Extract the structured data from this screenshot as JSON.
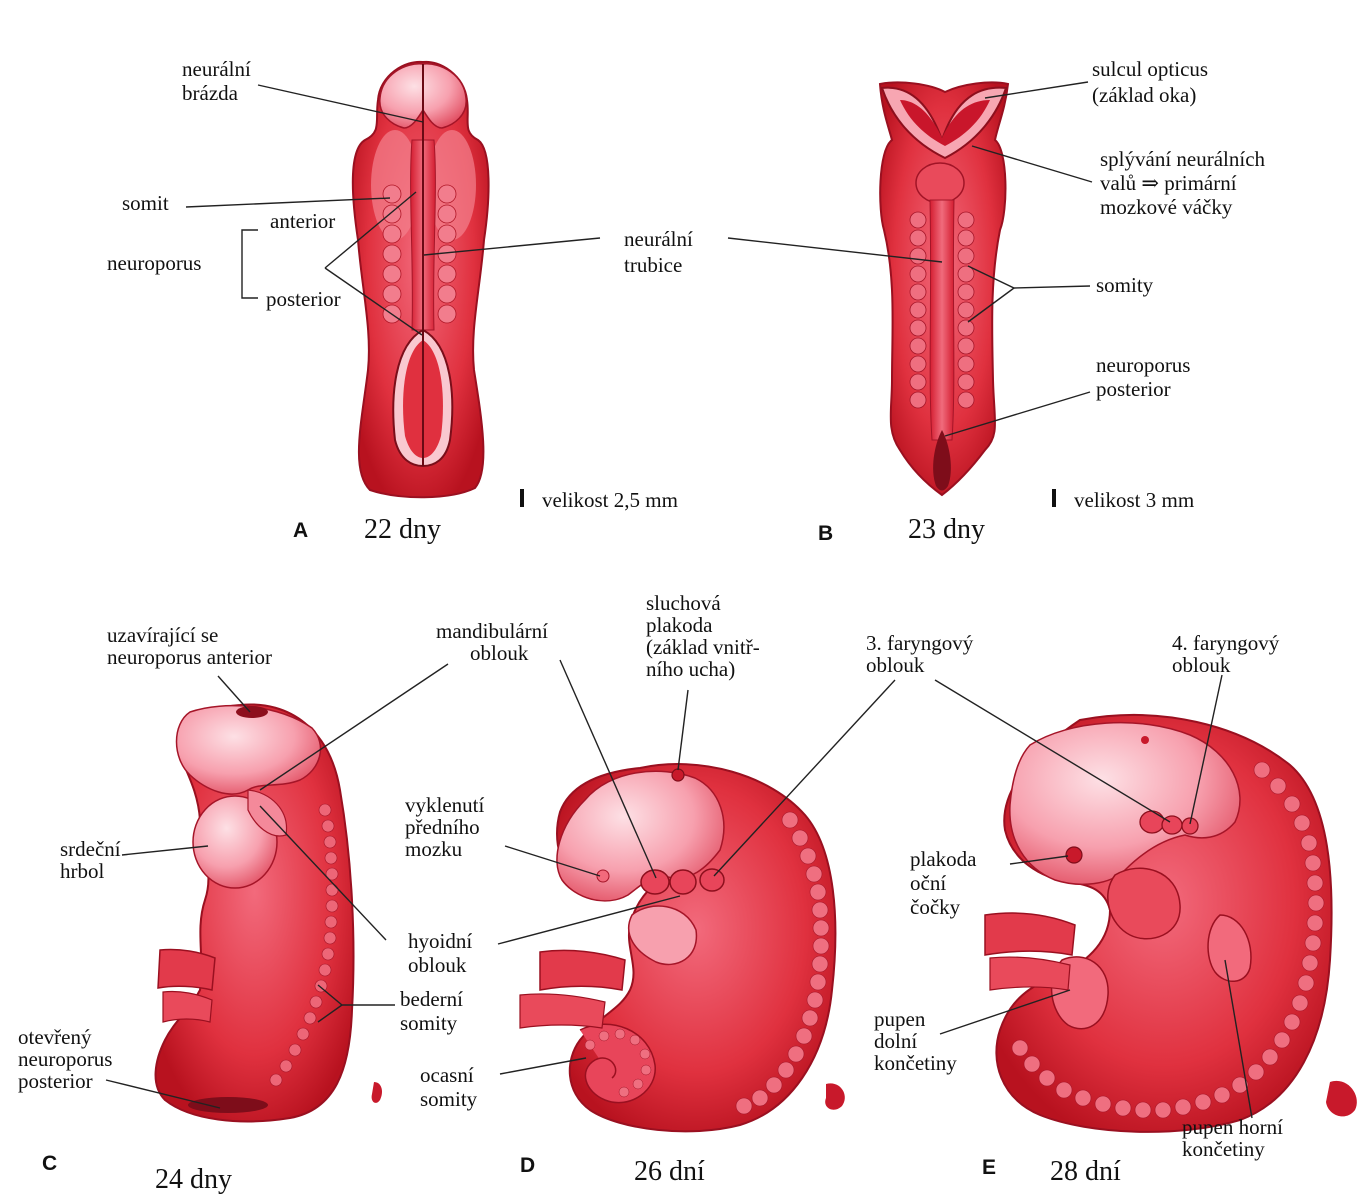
{
  "panels": {
    "A": {
      "letter": "A",
      "age": "22 dny",
      "size": "velikost 2,5 mm",
      "labels": {
        "neuralni_brazda_1": "neurální",
        "neuralni_brazda_2": "brázda",
        "somit": "somit",
        "anterior": "anterior",
        "neuroporus": "neuroporus",
        "posterior": "posterior",
        "neuralni_trubice_1": "neurální",
        "neuralni_trubice_2": "trubice"
      }
    },
    "B": {
      "letter": "B",
      "age": "23 dny",
      "size": "velikost 3 mm",
      "labels": {
        "sulcus_1": "sulcul opticus",
        "sulcus_2": "(základ oka)",
        "splyvani_1": "splývání neurálních",
        "splyvani_2": "valů ⇒ primární",
        "splyvani_3": "mozkové váčky",
        "somity": "somity",
        "neuroporus_post_1": "neuroporus",
        "neuroporus_post_2": "posterior"
      }
    },
    "C": {
      "letter": "C",
      "age": "24 dny",
      "labels": {
        "uzaviraji_1": "uzavírající se",
        "uzaviraji_2": "neuroporus anterior",
        "srdecni_1": "srdeční",
        "srdecni_2": "hrbol",
        "otevreny_1": "otevřený",
        "otevreny_2": "neuroporus",
        "otevreny_3": "posterior"
      }
    },
    "D": {
      "letter": "D",
      "age": "26 dní",
      "labels": {
        "mandibularni_1": "mandibulární",
        "mandibularni_2": "oblouk",
        "sluchova_1": "sluchová",
        "sluchova_2": "plakoda",
        "sluchova_3": "(základ vnitř-",
        "sluchova_4": "ního ucha)",
        "vyklenuti_1": "vyklenutí",
        "vyklenuti_2": "předního",
        "vyklenuti_3": "mozku",
        "hyoidni_1": "hyoidní",
        "hyoidni_2": "oblouk",
        "bederni_1": "bederní",
        "bederni_2": "somity",
        "ocasni_1": "ocasní",
        "ocasni_2": "somity"
      }
    },
    "E": {
      "letter": "E",
      "age": "28 dní",
      "labels": {
        "faryng3_1": "3. faryngový",
        "faryng3_2": "oblouk",
        "faryng4_1": "4. faryngový",
        "faryng4_2": "oblouk",
        "plakoda_1": "plakoda",
        "plakoda_2": "oční",
        "plakoda_3": "čočky",
        "dolni_1": "pupen",
        "dolni_2": "dolní",
        "dolni_3": "končetiny",
        "horni_1": "pupen horní",
        "horni_2": "končetiny"
      }
    }
  },
  "colors": {
    "tissue_dark": "#c8192b",
    "tissue_mid": "#e4384a",
    "tissue_light": "#f58a9a",
    "tissue_pale": "#fbc4cc",
    "outline": "#8a0f1c"
  }
}
